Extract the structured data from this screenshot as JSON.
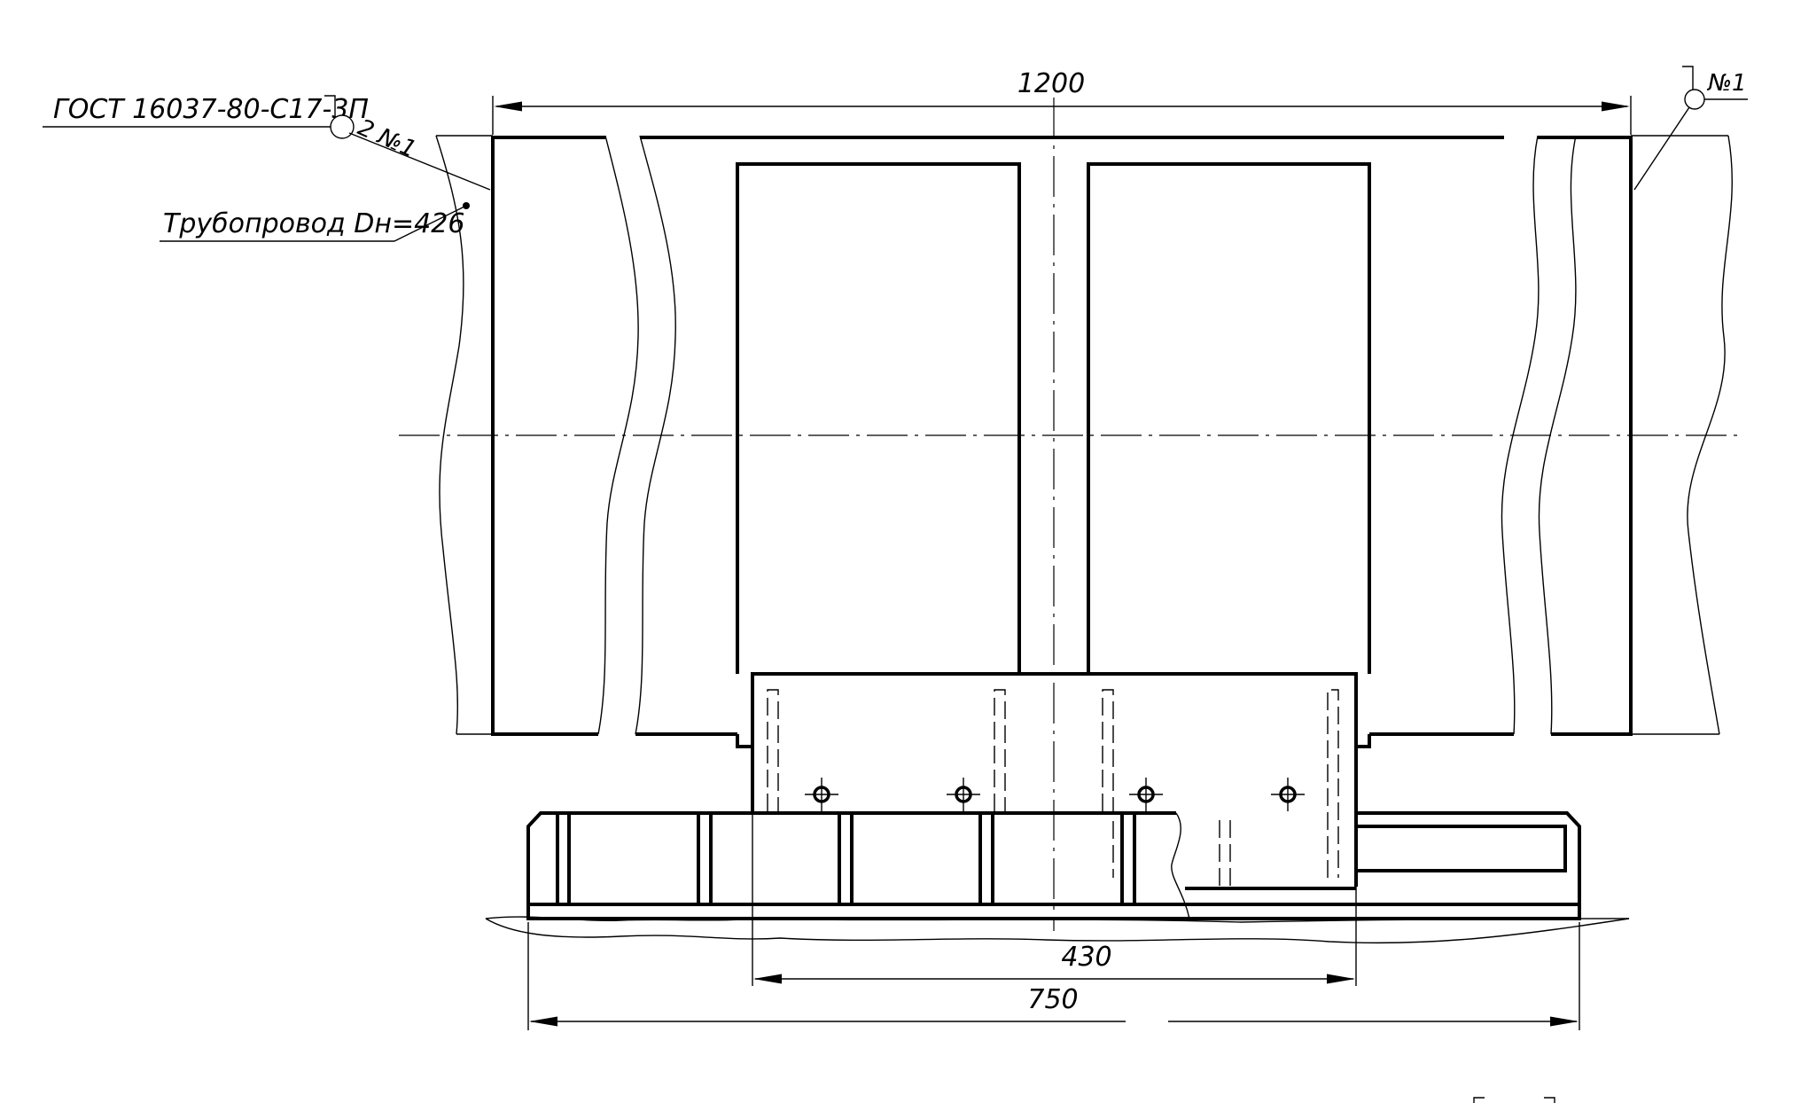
{
  "drawing": {
    "dimensions": {
      "overall_length": "1200",
      "support_width": "430",
      "base_width": "750"
    },
    "callouts": {
      "gost_reference": "ГОСТ 16037-80-С17-3П",
      "weld_left": "2 №1",
      "weld_right": "№1",
      "pipeline": "Трубопровод Dн=426"
    }
  }
}
